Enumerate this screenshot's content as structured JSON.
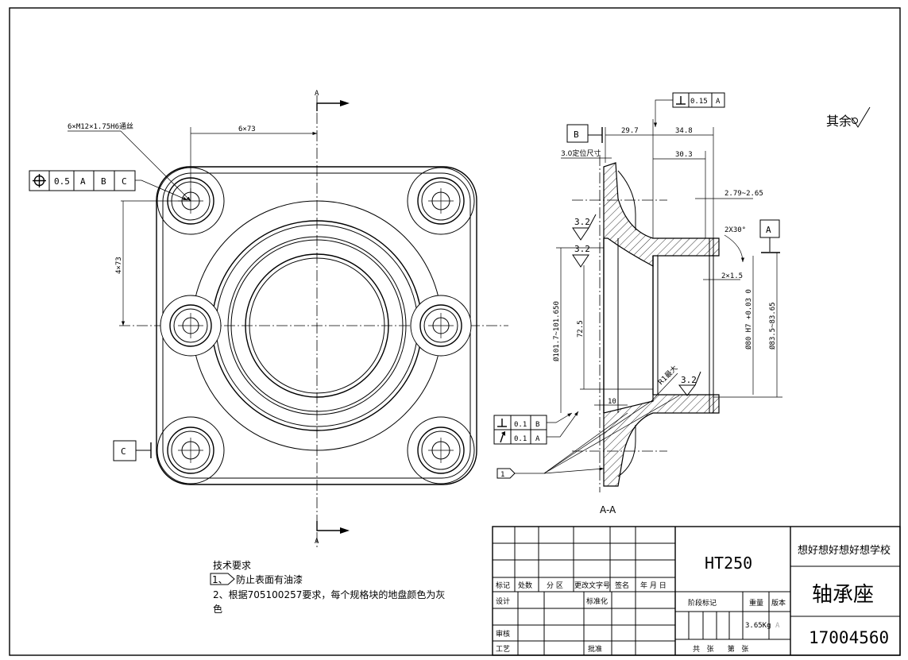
{
  "front_view": {
    "section_label_top": "A",
    "section_label_bottom": "A",
    "thread_note": "6×M12×1.75H6通丝",
    "dim_horizontal": "6×73",
    "dim_vertical": "4×73",
    "position_tolerance": {
      "symbol": "position",
      "value": "0.5",
      "datums": [
        "A",
        "B",
        "C"
      ]
    },
    "datum_c": "C"
  },
  "section_view": {
    "title": "A-A",
    "perpendicularity_top": {
      "symbol": "perpendicularity",
      "value": "0.15",
      "datum": "A"
    },
    "datum_b": "B",
    "datum_a": "A",
    "dims": {
      "d1": "29.7",
      "d2": "34.8",
      "d3": "30.3",
      "locating": "3.0定位尺寸",
      "groove": "2.79~2.65",
      "chamfer1": "2X30°",
      "chamfer2": "2×1.5",
      "dia_outer": "Ø101.7~101.650",
      "len": "72.5",
      "bore": "Ø80 H7 +0.03 0",
      "dia_groove": "Ø83.5~83.65",
      "radius": "R1最大",
      "ten": "10"
    },
    "roughness": [
      "3.2",
      "3.2",
      "3.2"
    ],
    "tol_frame": [
      {
        "symbol": "perpendicularity",
        "value": "0.1",
        "datum": "B"
      },
      {
        "symbol": "circular-runout",
        "value": "0.1",
        "datum": "A"
      }
    ],
    "note_flag": "1"
  },
  "surface_note": "其余",
  "tech_requirements": {
    "title": "技术要求",
    "item1_flag": "1、",
    "item1": "防止表面有油漆",
    "item2": "2、根据705100257要求，每个规格块的地盘颜色为灰",
    "item2_cont": "色"
  },
  "title_block": {
    "rev_headers": [
      "标记",
      "处数",
      "分 区",
      "更改文字号",
      "签名",
      "年 月 日"
    ],
    "design": "设计",
    "standardize": "标准化",
    "review": "审核",
    "process": "工艺",
    "approve": "批准",
    "material": "HT250",
    "stage_mark": "阶段标记",
    "weight_label": "重量",
    "version_label": "版本",
    "weight": "3.65Kg",
    "version": "A",
    "sheets": "共   张      第   张",
    "school": "想好想好想好想学校",
    "part_name": "轴承座",
    "drawing_no": "17004560"
  }
}
